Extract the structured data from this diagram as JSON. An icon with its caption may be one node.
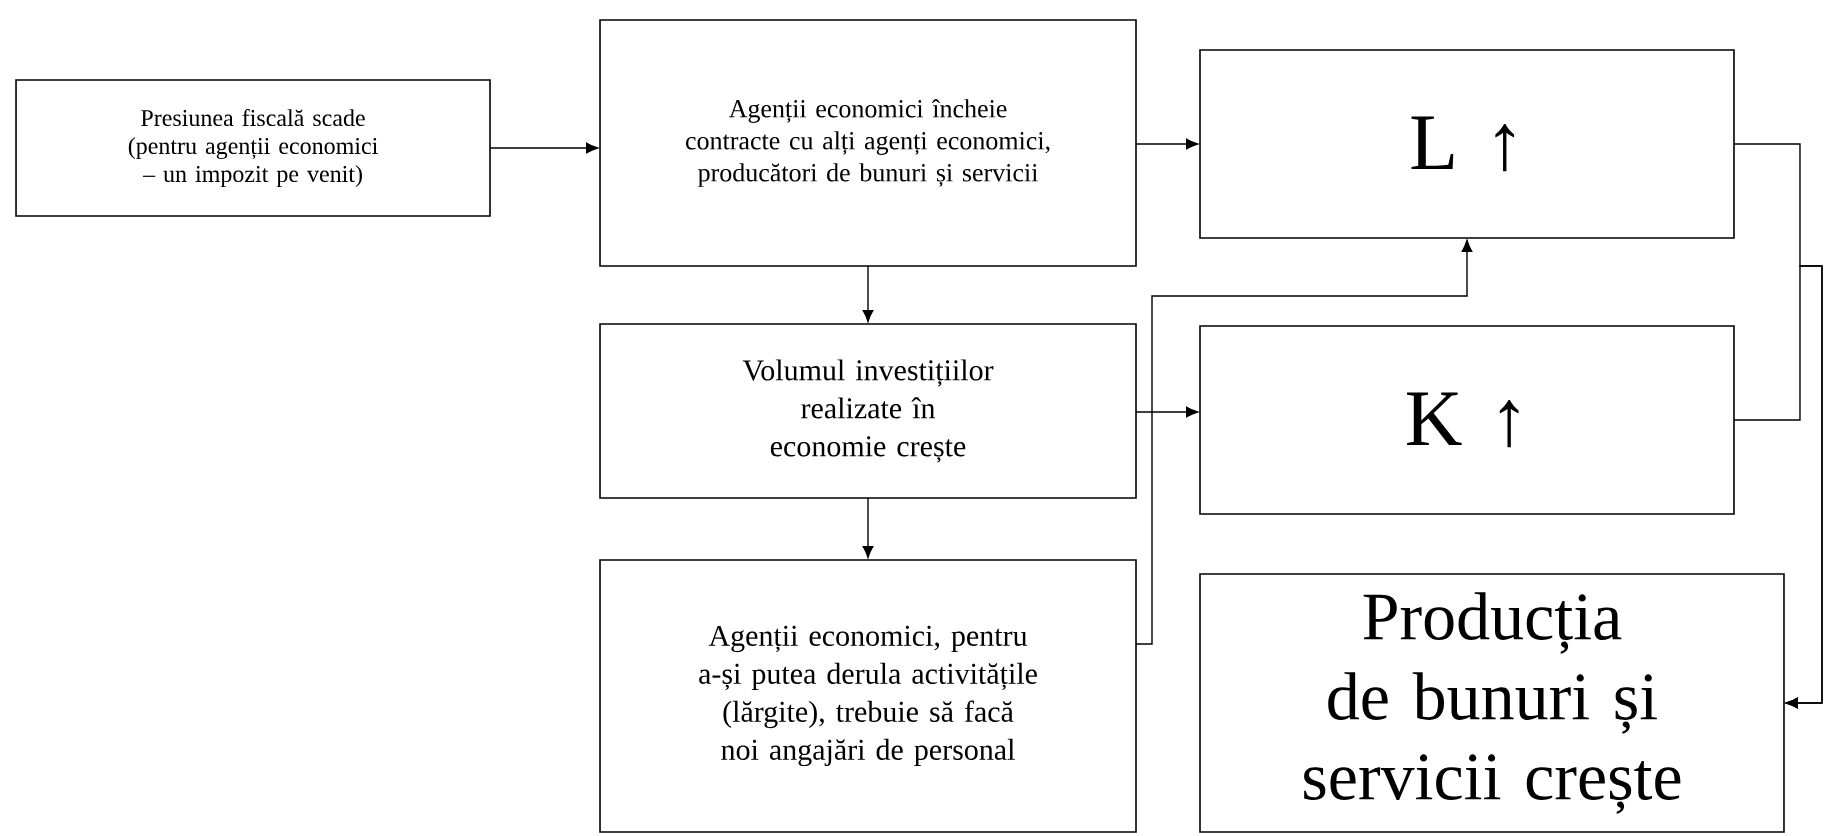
{
  "diagram": {
    "nodes": [
      {
        "text": [
          "Presiunea fiscală scade (pentru agenții economici – un impozit pe venit)"
        ]
      },
      {
        "text": [
          "Agenții economici încheie contracte cu alți agenți economici, producători de bunuri și servicii"
        ]
      },
      {
        "text": [
          "Volumul investițiilor realizate în economie crește"
        ]
      },
      {
        "text": [
          "Agenții economici, pentru a-și putea derula activitățile (lărgite), trebuie să facă noi angajări de personal"
        ]
      },
      {
        "text": [
          "L ↑"
        ]
      },
      {
        "text": [
          "K ↑"
        ]
      },
      {
        "text": [
          "Producția de bunuri și servicii crește"
        ]
      }
    ],
    "edges": [
      {
        "from": 0,
        "to": 1,
        "arrow": "to"
      },
      {
        "from": 1,
        "to": 4,
        "arrow": "to"
      },
      {
        "from": 1,
        "to": 2,
        "arrow": "to"
      },
      {
        "from": 2,
        "to": 5,
        "arrow": "to"
      },
      {
        "from": 2,
        "to": 3,
        "arrow": "to"
      },
      {
        "from": 3,
        "to": 4,
        "arrow": "to"
      },
      {
        "from": 4,
        "to": 6,
        "arrow": "to"
      },
      {
        "from": 5,
        "to": 6,
        "arrow": "to"
      }
    ]
  }
}
